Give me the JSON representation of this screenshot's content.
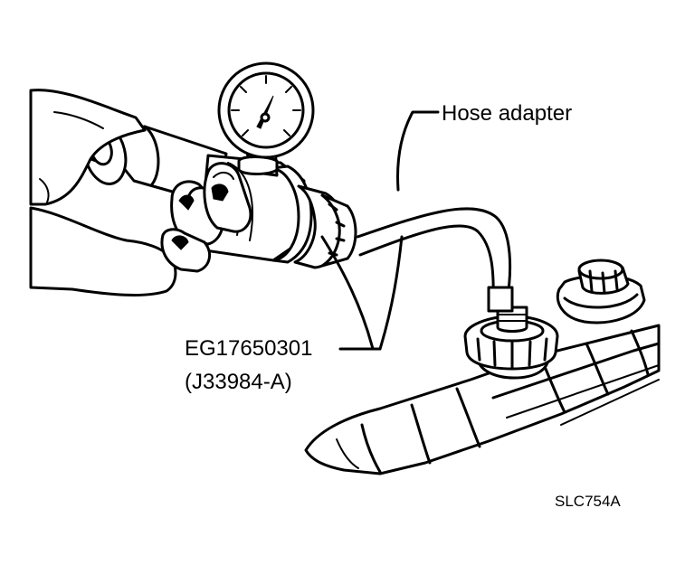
{
  "labels": {
    "hose_adapter": "Hose adapter",
    "part_number": "EG17650301",
    "alt_part_number": "(J33984-A)",
    "figure_code": "SLC754A"
  }
}
